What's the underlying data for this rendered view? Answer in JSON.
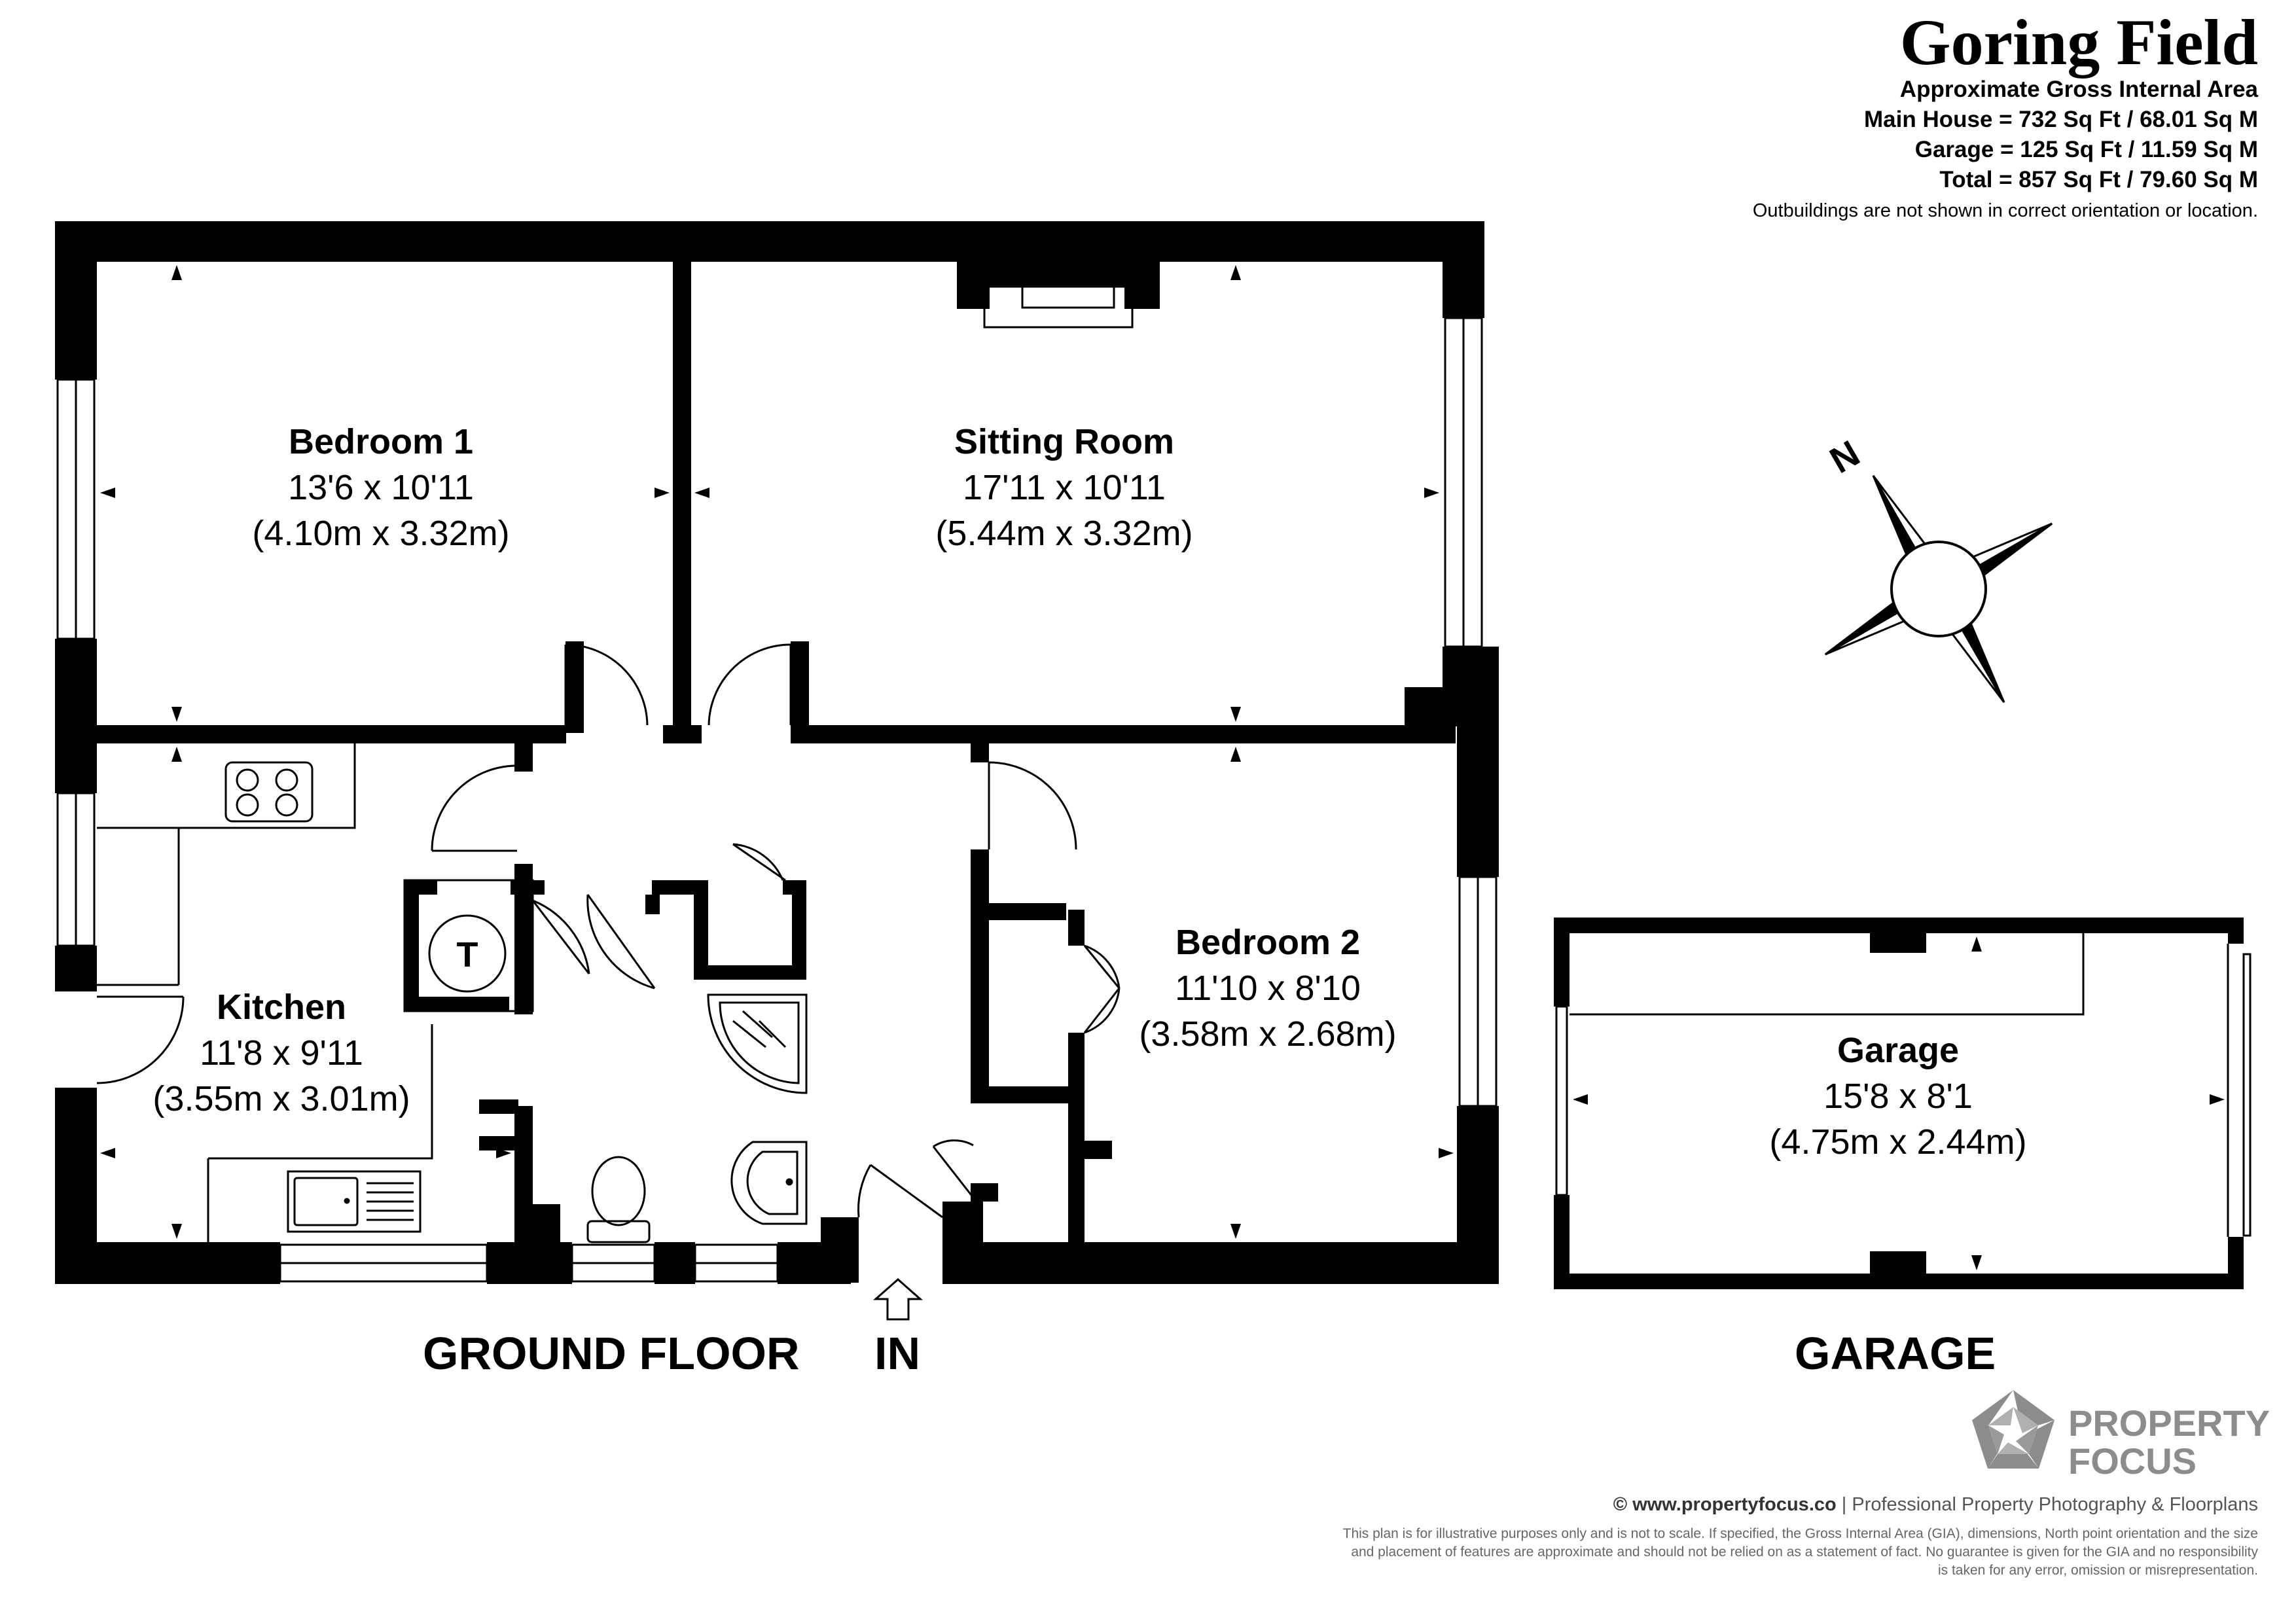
{
  "header": {
    "title": "Goring Field",
    "area_heading": "Approximate Gross Internal Area",
    "main_house": "Main House = 732 Sq Ft / 68.01 Sq M",
    "garage": "Garage = 125 Sq Ft / 11.59 Sq M",
    "total": "Total = 857 Sq Ft / 79.60 Sq M",
    "note": "Outbuildings are not shown in correct orientation or location."
  },
  "rooms": {
    "bedroom1": {
      "name": "Bedroom 1",
      "imperial": "13'6 x 10'11",
      "metric": "(4.10m x 3.32m)"
    },
    "sitting_room": {
      "name": "Sitting Room",
      "imperial": "17'11 x 10'11",
      "metric": "(5.44m x 3.32m)"
    },
    "kitchen": {
      "name": "Kitchen",
      "imperial": "11'8 x 9'11",
      "metric": "(3.55m x 3.01m)"
    },
    "bedroom2": {
      "name": "Bedroom 2",
      "imperial": "11'10 x 8'10",
      "metric": "(3.58m x 2.68m)"
    },
    "garage": {
      "name": "Garage",
      "imperial": "15'8 x 8'1",
      "metric": "(4.75m x 2.44m)"
    }
  },
  "labels": {
    "ground_floor": "GROUND FLOOR",
    "entrance": "IN",
    "garage_section": "GARAGE",
    "compass_north": "N",
    "tank": "T"
  },
  "logo": {
    "line1": "PROPERTY",
    "line2": "FOCUS",
    "color": "#8c8c8c"
  },
  "footer": {
    "website": "© www.propertyfocus.co",
    "separator": " | ",
    "tagline": "Professional Property Photography & Floorplans",
    "disclaimer": "This plan is for illustrative purposes only and is not to scale. If specified, the Gross Internal Area (GIA), dimensions, North point orientation and the size and placement of features are approximate and should not be relied on as a statement of fact. No guarantee is given for the GIA and no responsibility is taken for any error, omission or misrepresentation."
  }
}
